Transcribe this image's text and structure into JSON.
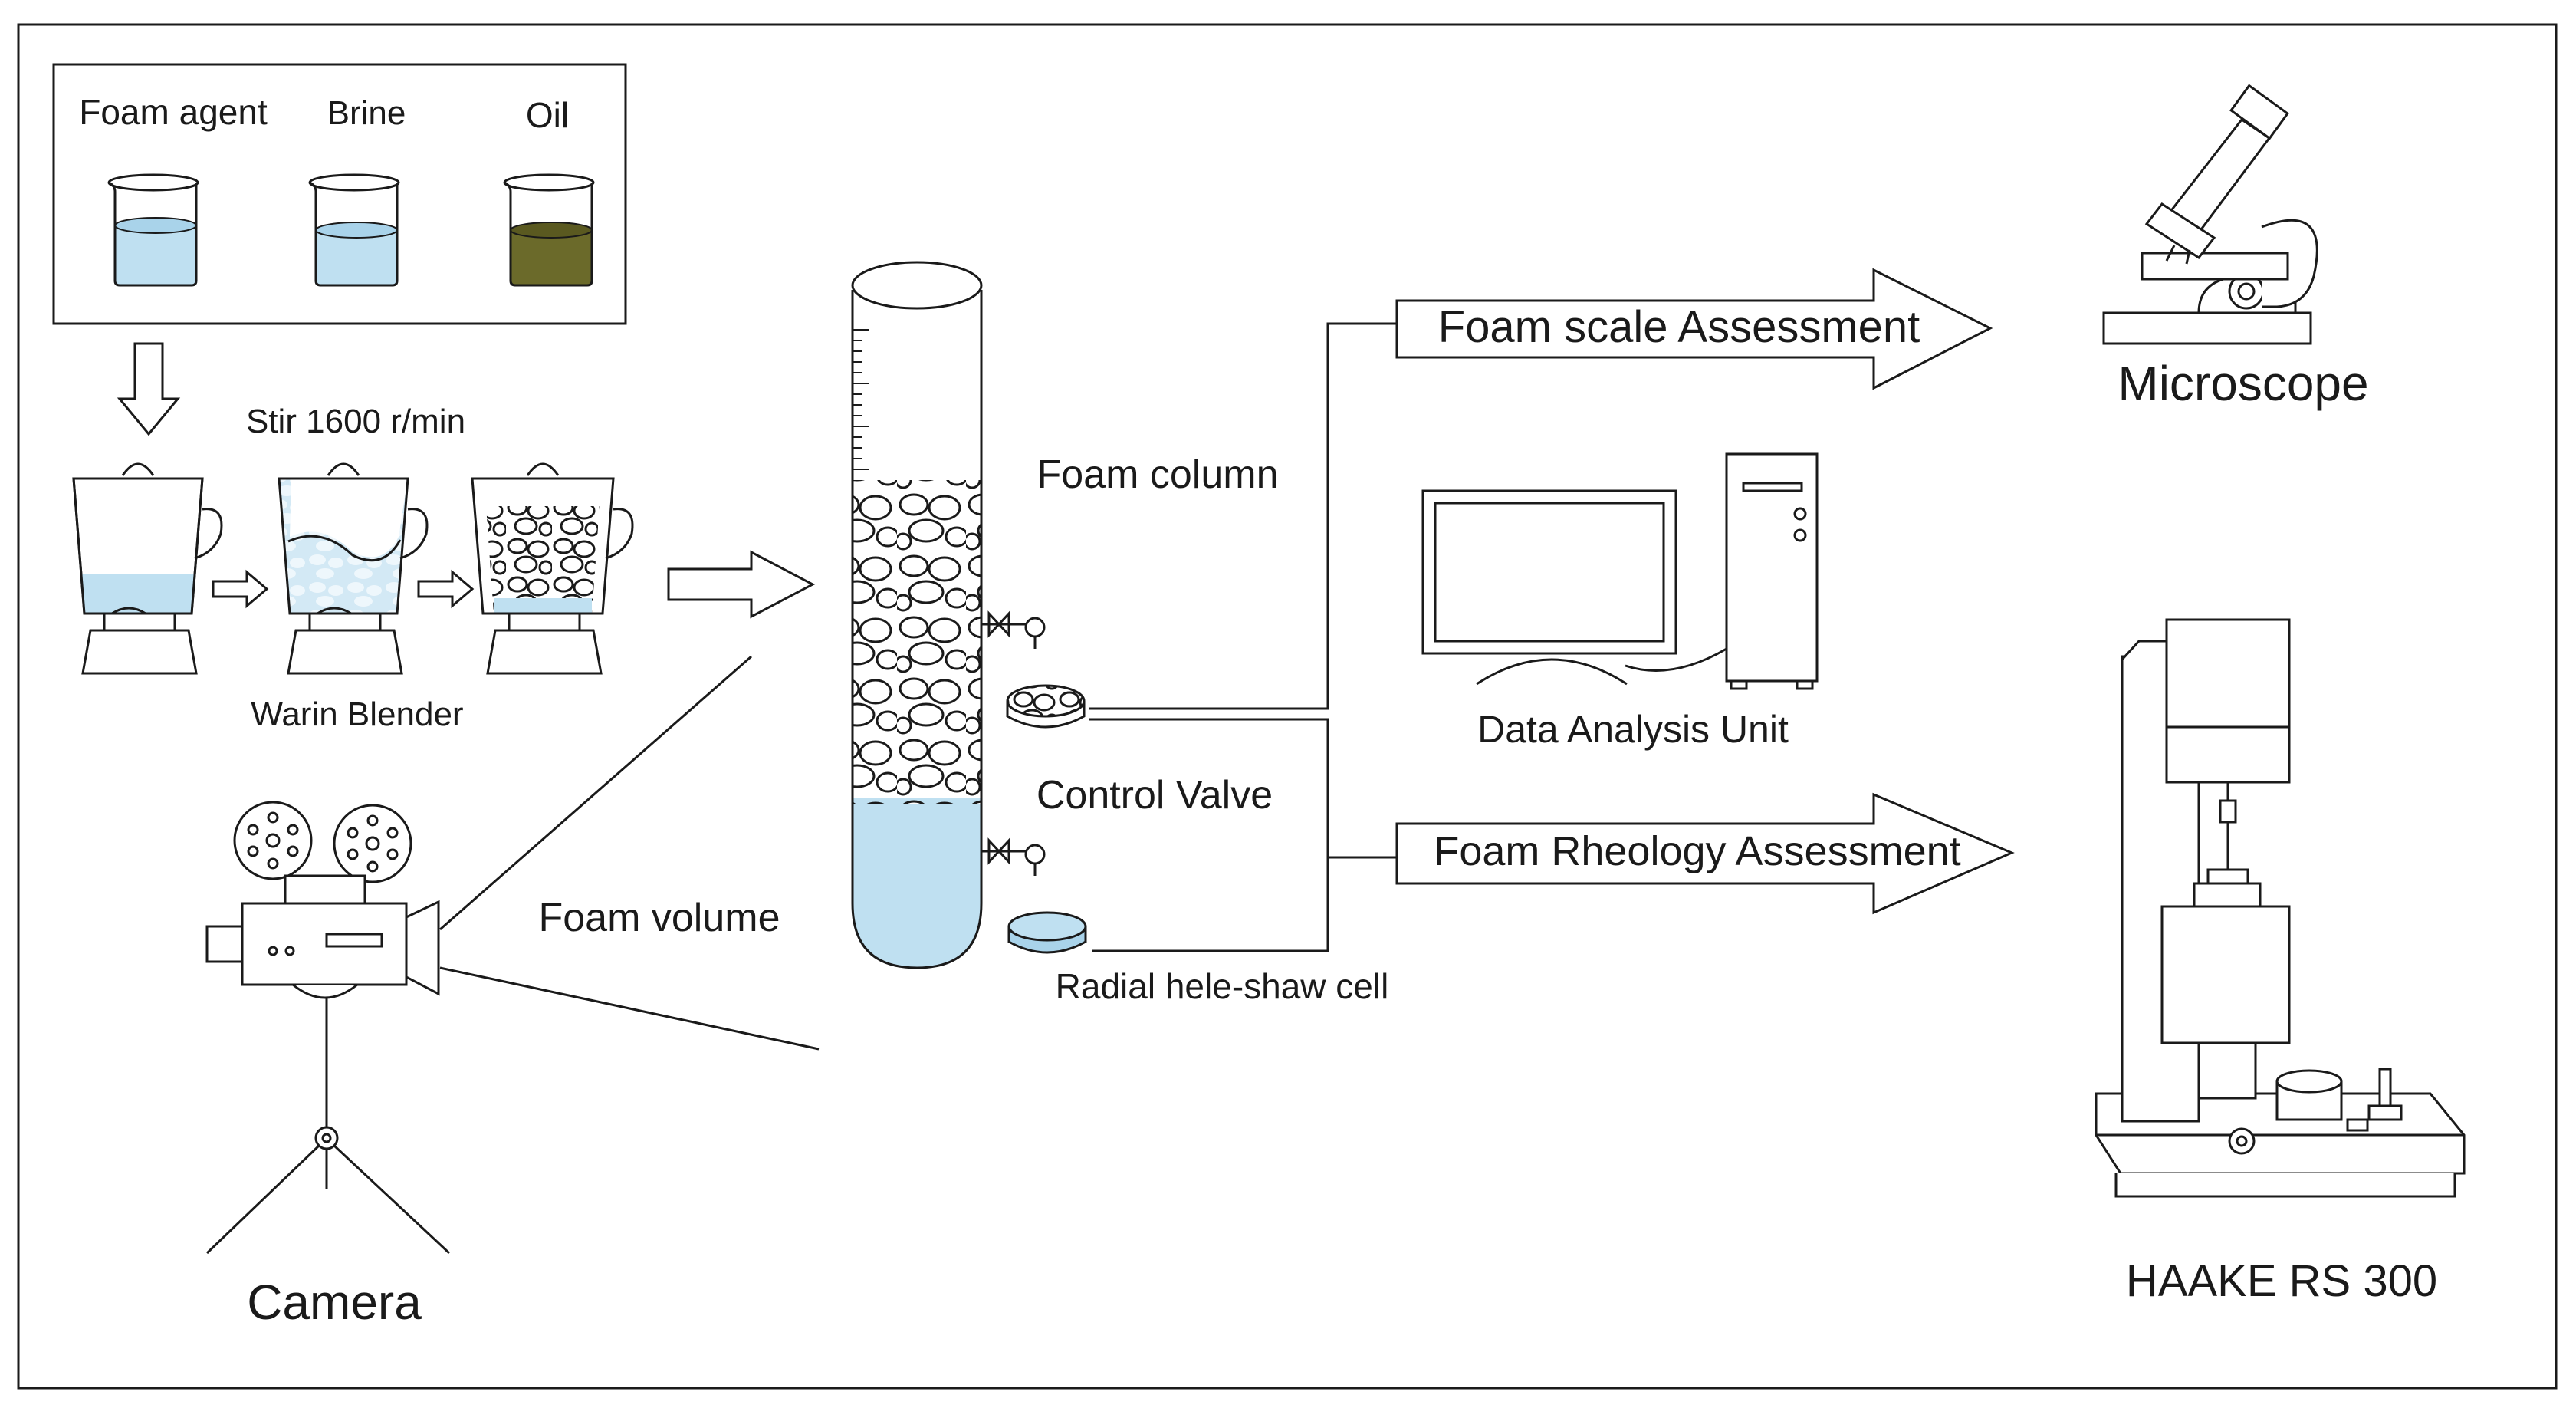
{
  "reagents": {
    "foam_agent": "Foam agent",
    "brine": "Brine",
    "oil": "Oil"
  },
  "blender": {
    "stir_speed": "Stir 1600 r/min",
    "name": "Warin Blender"
  },
  "column": {
    "foam_column": "Foam column",
    "control_valve": "Control Valve",
    "hele_shaw": "Radial hele-shaw cell",
    "foam_volume": "Foam volume"
  },
  "camera": {
    "label": "Camera"
  },
  "assessments": {
    "scale": "Foam scale Assessment",
    "rheology": "Foam Rheology Assessment"
  },
  "devices": {
    "microscope": "Microscope",
    "data_unit": "Data Analysis Unit",
    "rheometer": "HAAKE RS 300"
  },
  "colors": {
    "water": "#bfe0f1",
    "oil": "#6b6a2a",
    "line": "#1a1a1a"
  }
}
